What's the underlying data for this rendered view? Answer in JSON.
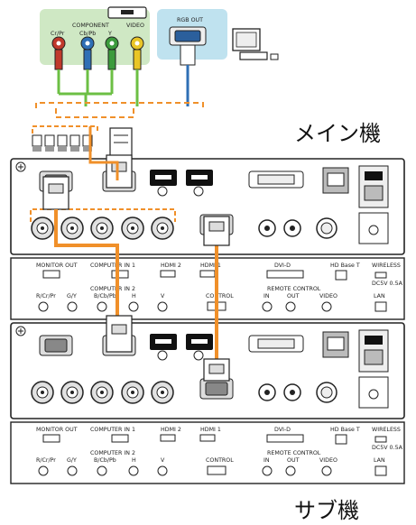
{
  "source_box": {
    "component_title": "COMPONENT",
    "component_ports": [
      "Cr/Pr",
      "Cb/Pb",
      "Y"
    ],
    "video_label": "VIDEO",
    "rgb_out_label": "RGB OUT"
  },
  "labels": {
    "main_unit": "メイン機",
    "sub_unit": "サブ機"
  },
  "strip": {
    "monitor_out": "MONITOR OUT",
    "computer_in1": "COMPUTER IN 1",
    "hdmi2": "HDMI 2",
    "hdmi1": "HDMI 1",
    "dvi_d": "DVI-D",
    "hdbaset": "HD Base T",
    "wireless": "WIRELESS",
    "wireless_sub": "DC5V 0.5A",
    "computer_in2": "COMPUTER IN 2",
    "ports": [
      "R/Cr/Pr",
      "G/Y",
      "B/Cb/Pb",
      "H",
      "V"
    ],
    "control": "CONTROL",
    "remote_control": "REMOTE CONTROL",
    "rc_in": "IN",
    "rc_out": "OUT",
    "video": "VIDEO",
    "lan": "LAN"
  },
  "colors": {
    "component_bg": "#cfe8c4",
    "rgb_bg": "#bfe2ef",
    "cable_orange": "#f0902a",
    "cable_green": "#6cbf44",
    "cable_blue": "#2f6fb5",
    "vga_blue": "#2b5f9c"
  }
}
